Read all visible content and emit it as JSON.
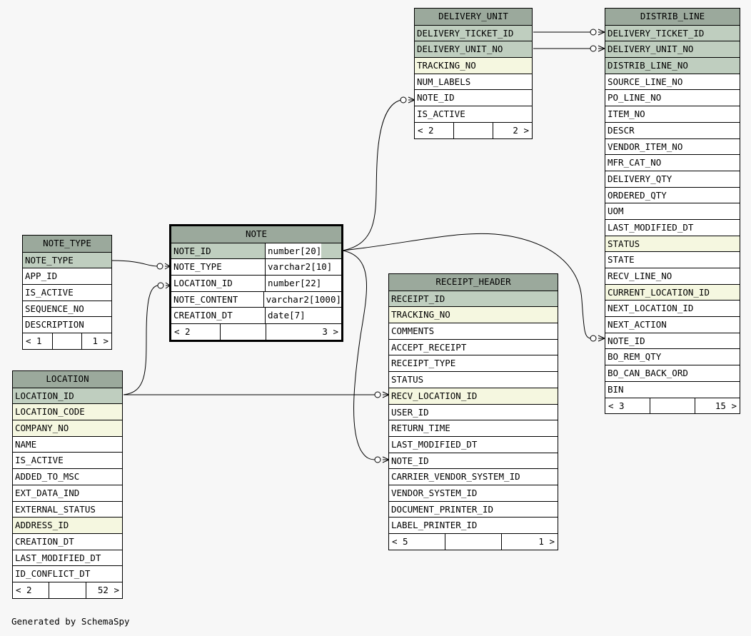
{
  "tables": [
    {
      "key": "delivery_unit",
      "name": "DELIVERY_UNIT",
      "columns": [
        {
          "name": "DELIVERY_TICKET_ID",
          "kind": "pk"
        },
        {
          "name": "DELIVERY_UNIT_NO",
          "kind": "pk"
        },
        {
          "name": "TRACKING_NO",
          "kind": "idx"
        },
        {
          "name": "NUM_LABELS",
          "kind": ""
        },
        {
          "name": "NOTE_ID",
          "kind": ""
        },
        {
          "name": "IS_ACTIVE",
          "kind": ""
        }
      ],
      "footer": {
        "left": "< 2",
        "right": "2 >"
      }
    },
    {
      "key": "distrib_line",
      "name": "DISTRIB_LINE",
      "columns": [
        {
          "name": "DELIVERY_TICKET_ID",
          "kind": "pk"
        },
        {
          "name": "DELIVERY_UNIT_NO",
          "kind": "pk"
        },
        {
          "name": "DISTRIB_LINE_NO",
          "kind": "pk"
        },
        {
          "name": "SOURCE_LINE_NO",
          "kind": ""
        },
        {
          "name": "PO_LINE_NO",
          "kind": ""
        },
        {
          "name": "ITEM_NO",
          "kind": ""
        },
        {
          "name": "DESCR",
          "kind": ""
        },
        {
          "name": "VENDOR_ITEM_NO",
          "kind": ""
        },
        {
          "name": "MFR_CAT_NO",
          "kind": ""
        },
        {
          "name": "DELIVERY_QTY",
          "kind": ""
        },
        {
          "name": "ORDERED_QTY",
          "kind": ""
        },
        {
          "name": "UOM",
          "kind": ""
        },
        {
          "name": "LAST_MODIFIED_DT",
          "kind": ""
        },
        {
          "name": "STATUS",
          "kind": "idx"
        },
        {
          "name": "STATE",
          "kind": ""
        },
        {
          "name": "RECV_LINE_NO",
          "kind": ""
        },
        {
          "name": "CURRENT_LOCATION_ID",
          "kind": "idx"
        },
        {
          "name": "NEXT_LOCATION_ID",
          "kind": ""
        },
        {
          "name": "NEXT_ACTION",
          "kind": ""
        },
        {
          "name": "NOTE_ID",
          "kind": ""
        },
        {
          "name": "BO_REM_QTY",
          "kind": ""
        },
        {
          "name": "BO_CAN_BACK_ORD",
          "kind": ""
        },
        {
          "name": "BIN",
          "kind": ""
        }
      ],
      "footer": {
        "left": "< 3",
        "right": "15 >"
      }
    },
    {
      "key": "note_type",
      "name": "NOTE_TYPE",
      "columns": [
        {
          "name": "NOTE_TYPE",
          "kind": "pk"
        },
        {
          "name": "APP_ID",
          "kind": ""
        },
        {
          "name": "IS_ACTIVE",
          "kind": ""
        },
        {
          "name": "SEQUENCE_NO",
          "kind": ""
        },
        {
          "name": "DESCRIPTION",
          "kind": ""
        }
      ],
      "footer": {
        "left": "< 1",
        "right": "1 >"
      }
    },
    {
      "key": "note",
      "name": "NOTE",
      "columns": [
        {
          "name": "NOTE_ID",
          "type": "number[20]",
          "kind": "pk"
        },
        {
          "name": "NOTE_TYPE",
          "type": "varchar2[10]",
          "kind": ""
        },
        {
          "name": "LOCATION_ID",
          "type": "number[22]",
          "kind": ""
        },
        {
          "name": "NOTE_CONTENT",
          "type": "varchar2[1000]",
          "kind": ""
        },
        {
          "name": "CREATION_DT",
          "type": "date[7]",
          "kind": ""
        }
      ],
      "footer": {
        "left": "< 2",
        "right": "3 >"
      }
    },
    {
      "key": "location",
      "name": "LOCATION",
      "columns": [
        {
          "name": "LOCATION_ID",
          "kind": "pk"
        },
        {
          "name": "LOCATION_CODE",
          "kind": "idx"
        },
        {
          "name": "COMPANY_NO",
          "kind": "idx"
        },
        {
          "name": "NAME",
          "kind": ""
        },
        {
          "name": "IS_ACTIVE",
          "kind": ""
        },
        {
          "name": "ADDED_TO_MSC",
          "kind": ""
        },
        {
          "name": "EXT_DATA_IND",
          "kind": ""
        },
        {
          "name": "EXTERNAL_STATUS",
          "kind": ""
        },
        {
          "name": "ADDRESS_ID",
          "kind": "idx"
        },
        {
          "name": "CREATION_DT",
          "kind": ""
        },
        {
          "name": "LAST_MODIFIED_DT",
          "kind": ""
        },
        {
          "name": "ID_CONFLICT_DT",
          "kind": ""
        }
      ],
      "footer": {
        "left": "< 2",
        "right": "52 >"
      }
    },
    {
      "key": "receipt_header",
      "name": "RECEIPT_HEADER",
      "columns": [
        {
          "name": "RECEIPT_ID",
          "kind": "pk"
        },
        {
          "name": "TRACKING_NO",
          "kind": "idx"
        },
        {
          "name": "COMMENTS",
          "kind": ""
        },
        {
          "name": "ACCEPT_RECEIPT",
          "kind": ""
        },
        {
          "name": "RECEIPT_TYPE",
          "kind": ""
        },
        {
          "name": "STATUS",
          "kind": ""
        },
        {
          "name": "RECV_LOCATION_ID",
          "kind": "idx"
        },
        {
          "name": "USER_ID",
          "kind": ""
        },
        {
          "name": "RETURN_TIME",
          "kind": ""
        },
        {
          "name": "LAST_MODIFIED_DT",
          "kind": ""
        },
        {
          "name": "NOTE_ID",
          "kind": ""
        },
        {
          "name": "CARRIER_VENDOR_SYSTEM_ID",
          "kind": ""
        },
        {
          "name": "VENDOR_SYSTEM_ID",
          "kind": ""
        },
        {
          "name": "DOCUMENT_PRINTER_ID",
          "kind": ""
        },
        {
          "name": "LABEL_PRINTER_ID",
          "kind": ""
        }
      ],
      "footer": {
        "left": "< 5",
        "right": "1 >"
      }
    }
  ],
  "relationships": [
    {
      "from": "DELIVERY_UNIT.DELIVERY_TICKET_ID",
      "to": "DISTRIB_LINE.DELIVERY_TICKET_ID"
    },
    {
      "from": "DELIVERY_UNIT.DELIVERY_UNIT_NO",
      "to": "DISTRIB_LINE.DELIVERY_UNIT_NO"
    },
    {
      "from": "NOTE.NOTE_ID",
      "to": "DELIVERY_UNIT.NOTE_ID"
    },
    {
      "from": "NOTE.NOTE_ID",
      "to": "DISTRIB_LINE.NOTE_ID"
    },
    {
      "from": "NOTE.NOTE_ID",
      "to": "RECEIPT_HEADER.NOTE_ID"
    },
    {
      "from": "NOTE_TYPE.NOTE_TYPE",
      "to": "NOTE.NOTE_TYPE"
    },
    {
      "from": "LOCATION.LOCATION_ID",
      "to": "NOTE.LOCATION_ID"
    },
    {
      "from": "LOCATION.LOCATION_ID",
      "to": "RECEIPT_HEADER.RECV_LOCATION_ID"
    }
  ],
  "footer_text": "Generated by SchemaSpy"
}
